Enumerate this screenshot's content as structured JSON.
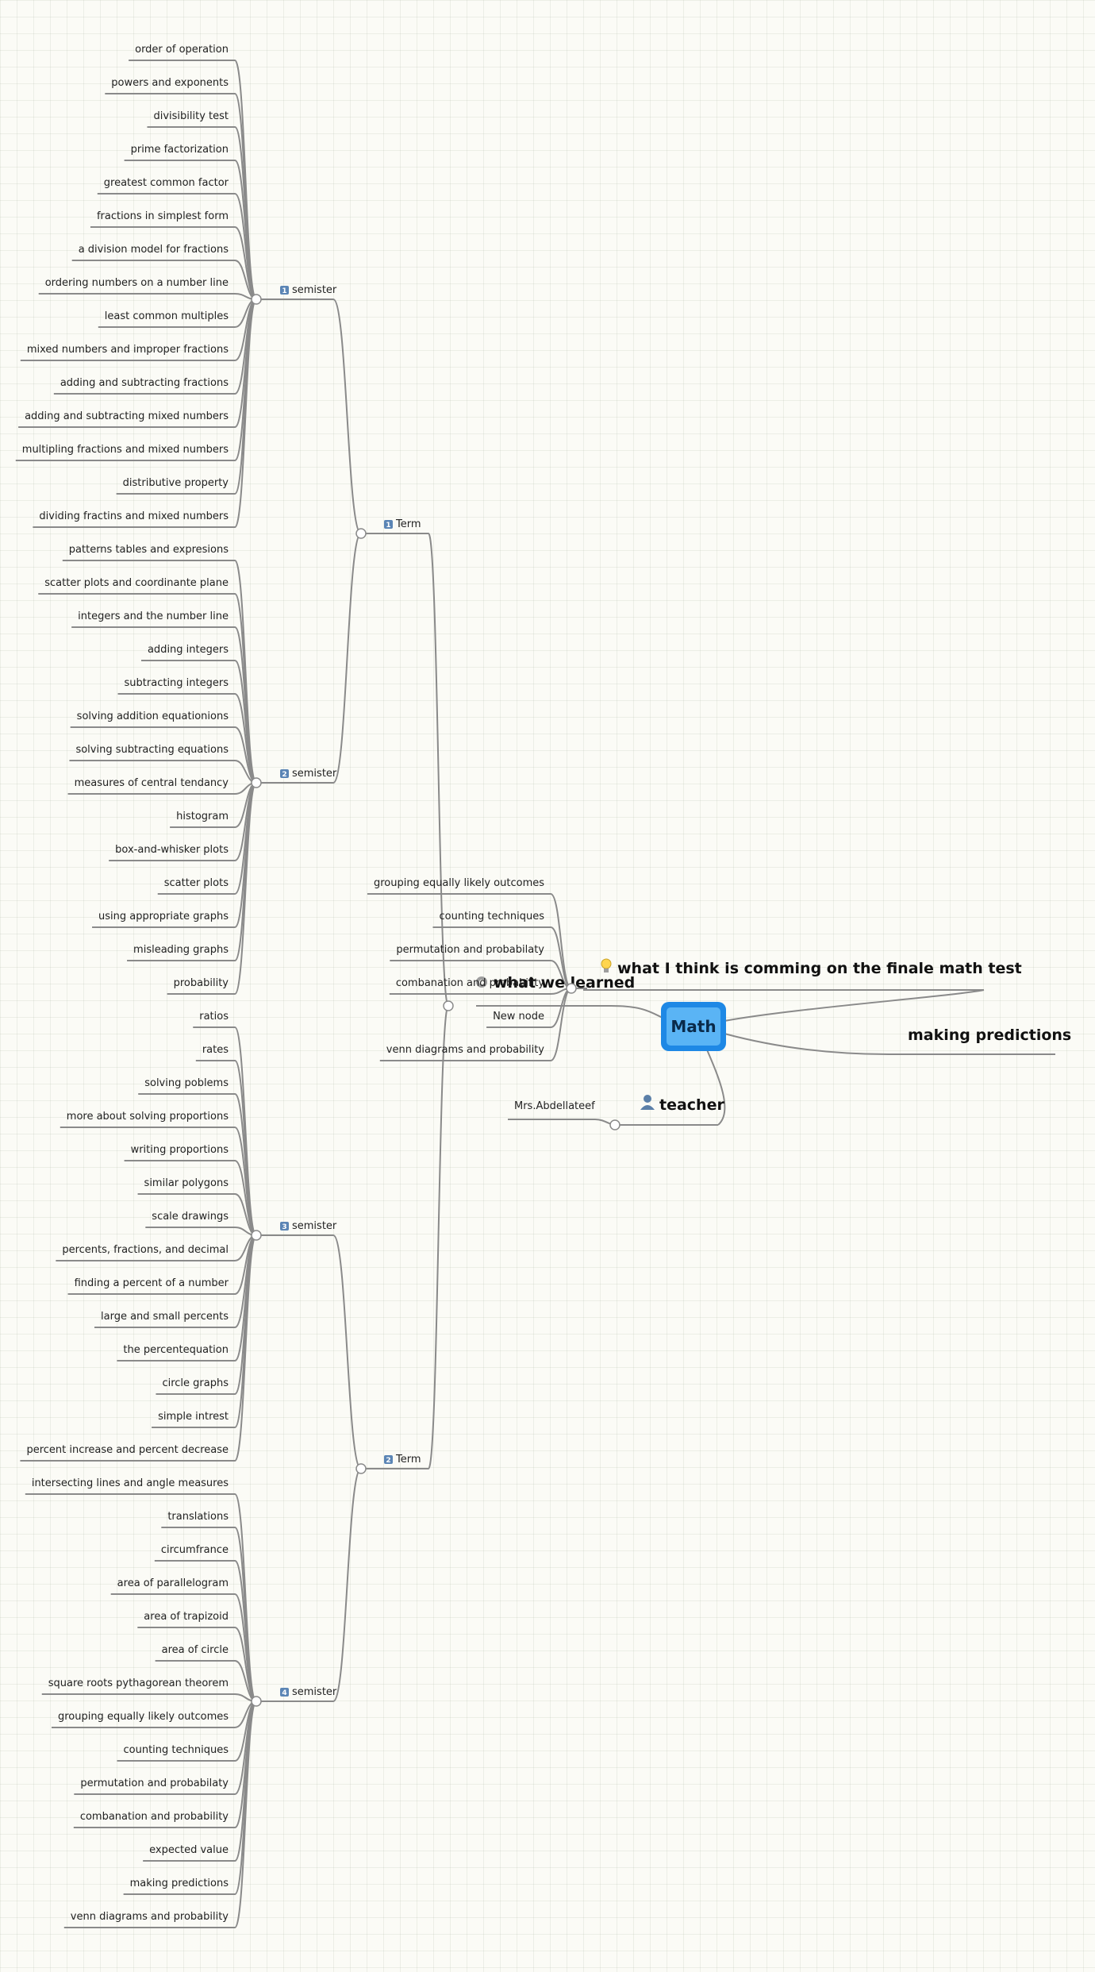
{
  "root": {
    "label": "Math"
  },
  "main_topics": {
    "learned": "what we learned",
    "test": "what I think is comming on the finale math test",
    "predictions": "making predictions",
    "teacher": "teacher",
    "teacher_name": "Mrs.Abdellateef"
  },
  "learned_items": [
    "grouping equally likely outcomes",
    "counting techniques",
    "permutation and probabilaty",
    "combanation and probability",
    "New node",
    "venn diagrams and probability"
  ],
  "terms": [
    {
      "label": "Term",
      "badge": "1"
    },
    {
      "label": "Term",
      "badge": "2"
    }
  ],
  "semesters": [
    {
      "label": "semister",
      "badge": "1",
      "items": [
        "order of operation",
        "powers and exponents",
        "divisibility test",
        "prime factorization",
        "greatest common factor",
        "fractions in simplest form",
        "a division model for fractions",
        "ordering numbers on a number line",
        "least common multiples",
        "mixed numbers and improper fractions",
        "adding and subtracting fractions",
        "adding and subtracting mixed numbers",
        "multipling fractions and mixed numbers",
        "distributive property",
        "dividing fractins and mixed numbers"
      ]
    },
    {
      "label": "semister",
      "badge": "2",
      "items": [
        "patterns tables and expresions",
        "scatter plots and coordinante plane",
        "integers and the number line",
        "adding integers",
        "subtracting integers",
        "solving addition equationions",
        "solving subtracting equations",
        "measures of central tendancy",
        "histogram",
        "box-and-whisker plots",
        "scatter plots",
        "using appropriate graphs",
        "misleading graphs",
        "probability"
      ]
    },
    {
      "label": "semister",
      "badge": "3",
      "items": [
        "ratios",
        "rates",
        "solving poblems",
        "more about solving proportions",
        "writing proportions",
        "similar polygons",
        "scale drawings",
        "percents, fractions, and decimal",
        "finding a percent of a number",
        "large and small percents",
        "the percentequation",
        "circle graphs",
        "simple intrest",
        "percent increase and percent decrease"
      ]
    },
    {
      "label": "semister",
      "badge": "4",
      "items": [
        "intersecting lines and angle measures",
        "translations",
        "circumfrance",
        "area of parallelogram",
        "area of trapizoid",
        "area of circle",
        "square roots pythagorean theorem",
        "grouping equally likely outcomes",
        "counting techniques",
        "permutation and probabilaty",
        "combanation and probability",
        "expected value",
        "making predictions",
        "venn diagrams and probability"
      ]
    }
  ],
  "colors": {
    "root_fill": "#5ab4f5",
    "root_border": "#1e88e5",
    "badge": "#5b85b5",
    "line": "#8a8a8a"
  },
  "icons": {
    "learned": "gear-icon",
    "test": "lightbulb-icon",
    "teacher": "person-icon"
  }
}
